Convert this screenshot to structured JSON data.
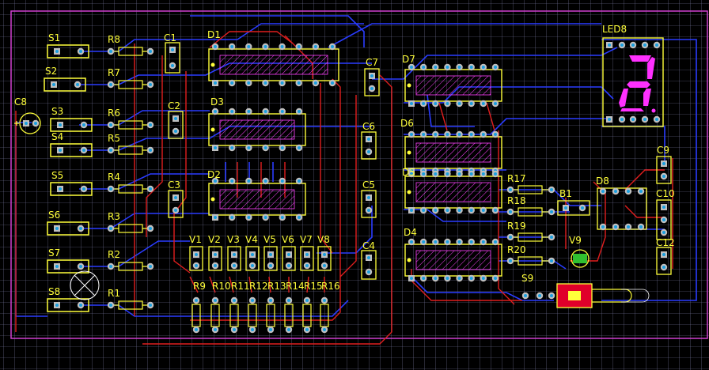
{
  "colors": {
    "background": "#000000",
    "grid": "#7f7fa8",
    "outline": "#d040d0",
    "top_copper": "#e01e1e",
    "bottom_copper": "#2a3cff",
    "silkscreen": "#ffff3a",
    "pad": "#bfbfbf",
    "hole": "#1a9fe0",
    "display_segment": "#ff30ff",
    "buzzer": "#e0002a"
  },
  "components": {
    "switches": [
      "S1",
      "S2",
      "S3",
      "S4",
      "S5",
      "S6",
      "S7",
      "S8"
    ],
    "resistors_left": [
      "R8",
      "R7",
      "R6",
      "R5",
      "R4",
      "R3",
      "R2",
      "R1"
    ],
    "capacitors": [
      "C1",
      "C2",
      "C3",
      "C4",
      "C5",
      "C6",
      "C7",
      "C8",
      "C9",
      "C10",
      "C12"
    ],
    "ics": [
      "D1",
      "D3",
      "D2",
      "D7",
      "D6",
      "D5",
      "D4",
      "D8"
    ],
    "leds_v": [
      "V1",
      "V2",
      "V3",
      "V4",
      "V5",
      "V6",
      "V7",
      "V8",
      "V9"
    ],
    "resistors_bottom": [
      "R9",
      "R10",
      "R11",
      "R12",
      "R13",
      "R14",
      "R15",
      "R16"
    ],
    "resistors_right": [
      "R17",
      "R18",
      "R19",
      "R20"
    ],
    "display": "LED8",
    "buzzer": "B1",
    "switch_s9": "S9"
  }
}
